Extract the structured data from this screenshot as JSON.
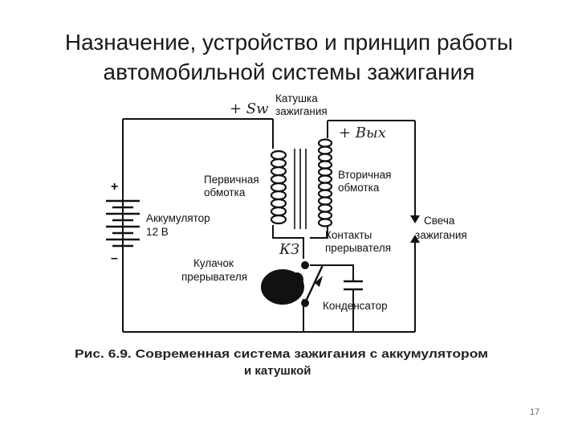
{
  "slide": {
    "title_line1": "Назначение, устройство и принцип работы",
    "title_line2": "автомобильной системы зажигания",
    "page_number": "17"
  },
  "diagram": {
    "handwritten_sw": "+ Sw",
    "handwritten_vys": "+ Вых",
    "handwritten_kz": "КЗ",
    "coil_label_line1": "Катушка",
    "coil_label_line2": "зажигания",
    "primary_line1": "Первичная",
    "primary_line2": "обмотка",
    "secondary_line1": "Вторичная",
    "secondary_line2": "обмотка",
    "battery_line1": "Аккумулятор",
    "battery_line2": "12 В",
    "battery_plus": "+",
    "battery_minus": "–",
    "spark_line1": "Свеча",
    "spark_line2": "зажигания",
    "contacts_line1": "Контакты",
    "contacts_line2": "прерывателя",
    "cam_line1": "Кулачок",
    "cam_line2": "прерывателя",
    "capacitor": "Конденсатор",
    "caption_line1": "Рис. 6.9. Современная система зажигания с аккумулятором",
    "caption_line2": "и катушкой"
  }
}
